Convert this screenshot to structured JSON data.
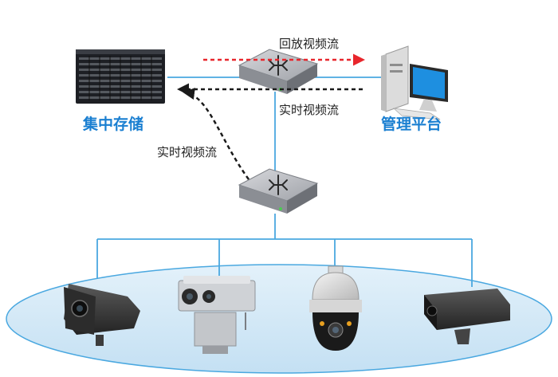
{
  "nodes": {
    "storage": {
      "label": "集中存储"
    },
    "platform": {
      "label": "管理平台"
    }
  },
  "flows": {
    "playback": "回放视频流",
    "live_to_platform": "实时视频流",
    "live_to_storage": "实时视频流"
  },
  "colors": {
    "label_blue": "#1a7fd1",
    "link_blue": "#4aa8e0",
    "ellipse_fill": "#d3e9f7",
    "playback_red": "#e8262c",
    "live_black": "#1a1a1a"
  },
  "icons": [
    "storage-server-icon",
    "network-switch-icon",
    "desktop-computer-icon",
    "bullet-camera-icon",
    "thermal-camera-icon",
    "dome-camera-icon",
    "box-camera-icon"
  ]
}
